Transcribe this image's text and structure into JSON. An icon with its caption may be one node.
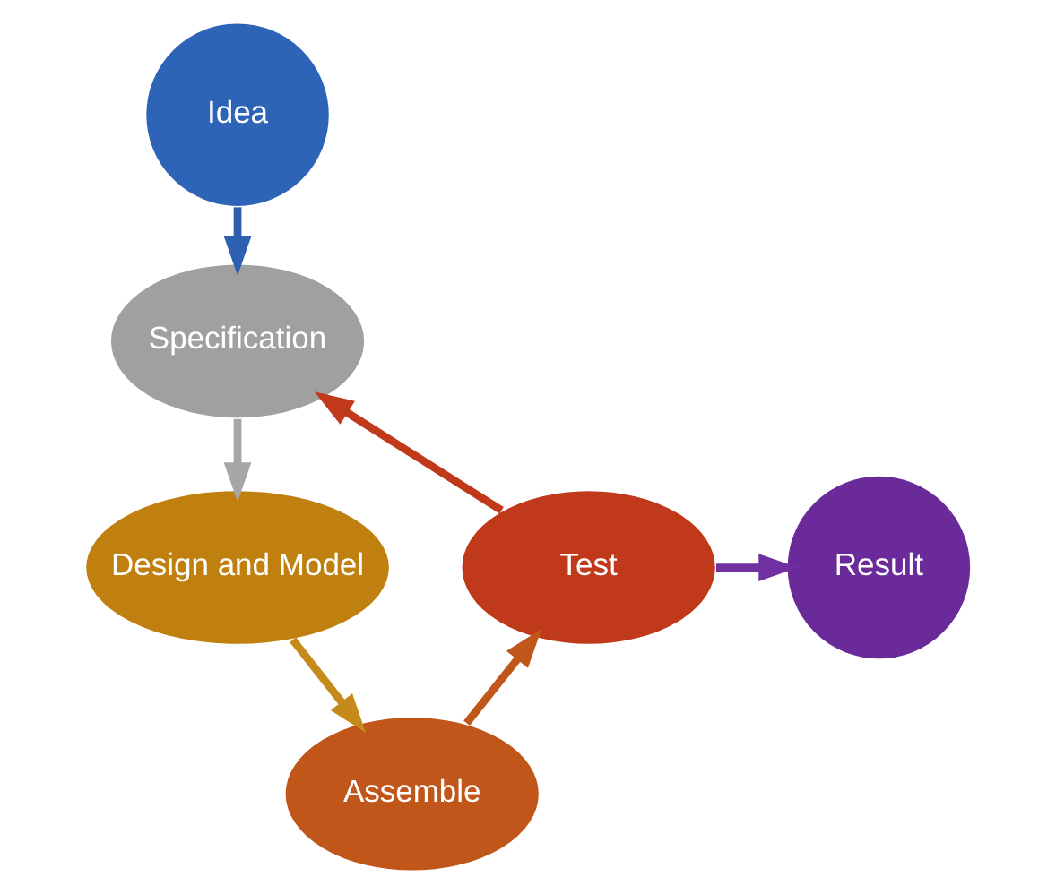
{
  "diagram": {
    "nodes": [
      {
        "text": [
          "Idea"
        ]
      },
      {
        "text": [
          "Specification"
        ]
      },
      {
        "text": [
          "Design and Model"
        ]
      },
      {
        "text": [
          "Assemble"
        ]
      },
      {
        "text": [
          "Test"
        ]
      },
      {
        "text": [
          "Result"
        ]
      }
    ],
    "edges": [
      {
        "from": 0,
        "to": 1,
        "arrow": "to",
        "color": "#2f5fb0"
      },
      {
        "from": 1,
        "to": 2,
        "arrow": "to",
        "color": "#a6a6a6"
      },
      {
        "from": 2,
        "to": 3,
        "arrow": "to",
        "color": "#c58a1a"
      },
      {
        "from": 3,
        "to": 4,
        "arrow": "to",
        "color": "#c0561a"
      },
      {
        "from": 4,
        "to": 1,
        "arrow": "to",
        "color": "#c0391b"
      },
      {
        "from": 4,
        "to": 5,
        "arrow": "to",
        "color": "#7030a0"
      }
    ]
  }
}
